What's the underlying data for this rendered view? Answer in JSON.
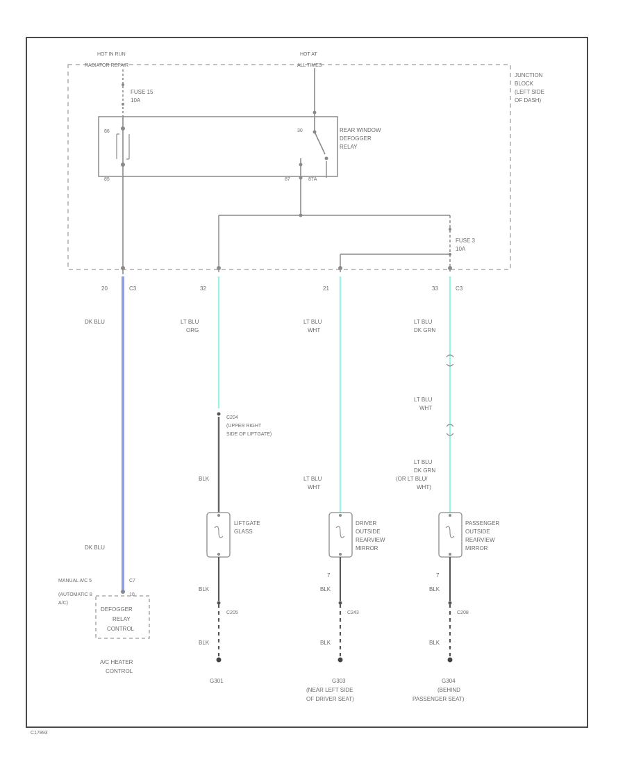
{
  "colors": {
    "wire": "#8a8a8a",
    "dk_blu": "#8f9fe0",
    "lt_blu": "#9ff0e6",
    "frame": "#4a4a4a"
  },
  "sources": {
    "hot_in_run": [
      "HOT IN RUN",
      "RADIATOR REPAIR"
    ],
    "hot_at_all_times": [
      "HOT AT",
      "ALL TIMES"
    ]
  },
  "junction_block": [
    "JUNCTION",
    "BLOCK",
    "(LEFT SIDE",
    "OF DASH)"
  ],
  "fuse_15": [
    "FUSE 15",
    "10A"
  ],
  "fuse_3": [
    "FUSE 3",
    "10A"
  ],
  "relay": {
    "label": [
      "REAR WINDOW",
      "DEFOGGER",
      "RELAY"
    ],
    "pins": [
      "86",
      "85",
      "30",
      "87",
      "87A"
    ]
  },
  "connectors": {
    "pins": [
      "20",
      "32",
      "21",
      "33"
    ],
    "c3": "C3",
    "c7": "C7",
    "c7_pin": "10"
  },
  "wires": {
    "dk_blu": "DK BLU",
    "lt_blu_org": [
      "LT BLU",
      "ORG"
    ],
    "lt_blu_wht": [
      "LT BLU",
      "WHT"
    ],
    "lt_blu_dk_grn": [
      "LT BLU",
      "DK GRN"
    ],
    "lt_blu_dk_grn_alt": [
      "LT BLU",
      "DK GRN",
      "(OR LT BLU/",
      "WHT)"
    ],
    "blk": "BLK",
    "seven": "7"
  },
  "components": {
    "liftgate": [
      "LIFTGATE",
      "GLASS"
    ],
    "driver_mirror": [
      "DRIVER",
      "OUTSIDE",
      "REARVIEW",
      "MIRROR"
    ],
    "passenger_mirror": [
      "PASSENGER",
      "OUTSIDE",
      "REARVIEW",
      "MIRROR"
    ],
    "defogger_control": [
      "DEFOGGER",
      "RELAY",
      "CONTROL"
    ],
    "ac_heater": [
      "A/C HEATER",
      "CONTROL"
    ]
  },
  "manual_ac": [
    "MANUAL A/C 5",
    "(AUTOMATIC 8",
    "A/C)"
  ],
  "splices": {
    "c204": [
      "C204",
      "(UPPER RIGHT",
      "SIDE OF LIFTGATE)"
    ],
    "c205": "C205",
    "c243": "C243",
    "c208": "C208"
  },
  "grounds": {
    "g301": [
      "G301"
    ],
    "g303": [
      "G303",
      "(NEAR LEFT SIDE",
      "OF DRIVER SEAT)"
    ],
    "g304": [
      "G304",
      "(BEHIND",
      "PASSENGER SEAT)"
    ]
  },
  "footer": "C17893"
}
